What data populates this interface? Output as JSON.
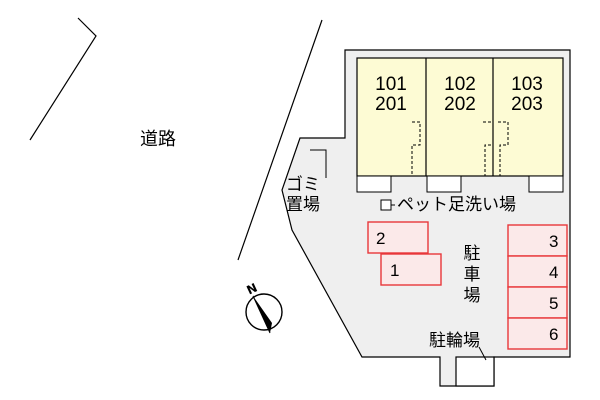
{
  "road": {
    "label": "道路"
  },
  "garbage": {
    "line1": "ゴミ",
    "line2": "置場"
  },
  "units": [
    {
      "upper": "101",
      "lower": "201"
    },
    {
      "upper": "102",
      "lower": "202"
    },
    {
      "upper": "103",
      "lower": "203"
    }
  ],
  "pet_wash": {
    "label": "ペット足洗い場"
  },
  "parking": {
    "label": "駐車場",
    "left_slots": [
      "2",
      "1"
    ],
    "right_slots": [
      "3",
      "4",
      "5",
      "6"
    ]
  },
  "bicycle": {
    "label": "駐輪場"
  },
  "compass": {
    "label": "N"
  },
  "colors": {
    "building_fill": "#fdfbd4",
    "lot_fill": "#efefef",
    "parking_stroke": "#e8373a",
    "parking_fill": "#fbe9e9"
  }
}
